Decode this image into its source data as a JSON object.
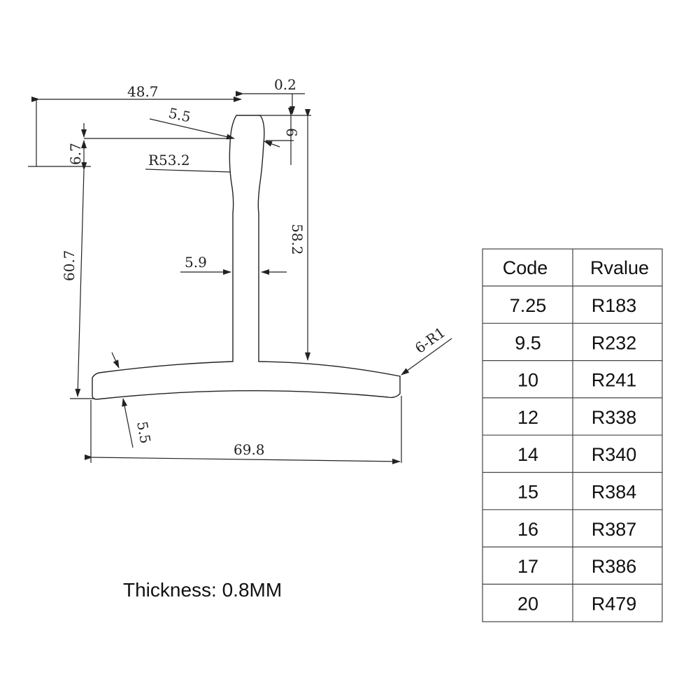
{
  "dimensions": {
    "d_48_7": "48.7",
    "d_0_2": "0.2",
    "d_5_5_top": "5.5",
    "d_6": "6",
    "d_6_7": "6.7",
    "d_r53_2": "R53.2",
    "d_58_2": "58.2",
    "d_60_7": "60.7",
    "d_5_9": "5.9",
    "d_6_r1": "6-R1",
    "d_5_5_bottom": "5.5",
    "d_69_8": "69.8"
  },
  "table": {
    "headers": [
      "Code",
      "Rvalue"
    ],
    "rows": [
      [
        "7.25",
        "R183"
      ],
      [
        "9.5",
        "R232"
      ],
      [
        "10",
        "R241"
      ],
      [
        "12",
        "R338"
      ],
      [
        "14",
        "R340"
      ],
      [
        "15",
        "R384"
      ],
      [
        "16",
        "R387"
      ],
      [
        "17",
        "R386"
      ],
      [
        "20",
        "R479"
      ]
    ]
  },
  "note": "Thickness: 0.8MM"
}
